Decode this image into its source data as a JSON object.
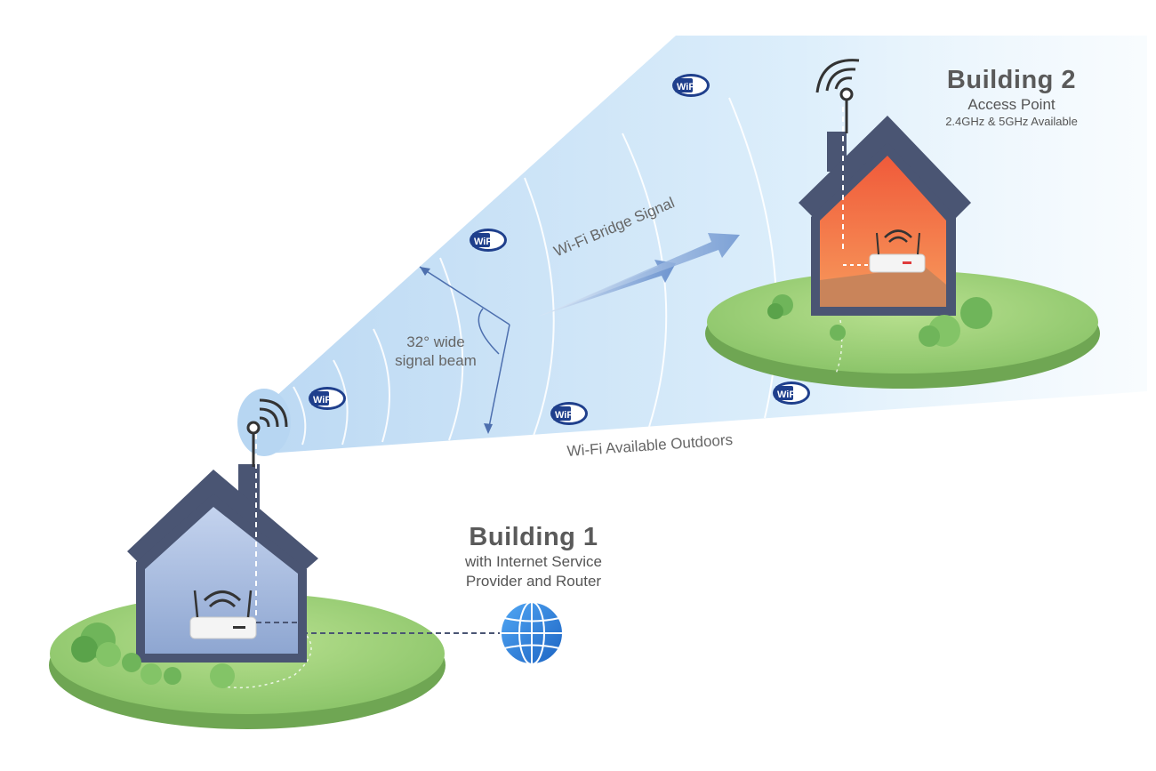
{
  "building1": {
    "title": "Building 1",
    "line1": "with Internet Service",
    "line2": "Provider and Router"
  },
  "building2": {
    "title": "Building 2",
    "subtitle": "Access Point",
    "bands": "2.4GHz & 5GHz Available"
  },
  "beam": {
    "angle_line1": "32° wide",
    "angle_line2": "signal beam",
    "bridge_label": "Wi-Fi Bridge Signal",
    "outdoor_label": "Wi-Fi Available Outdoors"
  },
  "wifi_badge": "WiFi",
  "colors": {
    "beam": "#cfe6f7",
    "grass": "#9fd17a",
    "house1_wall": "#a9bcdc",
    "house2_wall": "#f07a4a",
    "roof": "#4a5573",
    "globe": "#2f86e0"
  }
}
